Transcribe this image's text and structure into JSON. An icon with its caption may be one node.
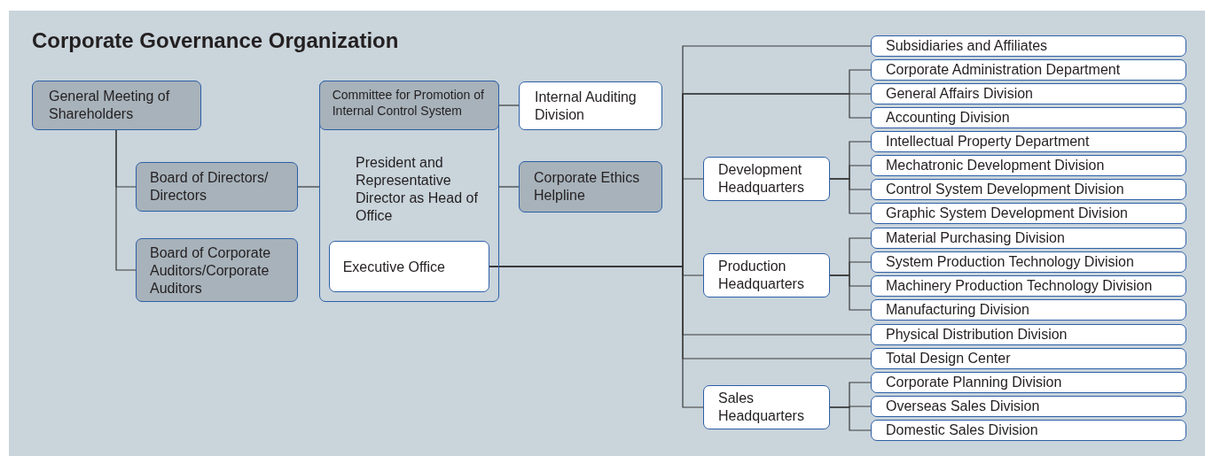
{
  "diagram": {
    "title": "Corporate Governance Organization",
    "nodes": [
      {
        "text": [
          "General Meeting of Shareholders"
        ]
      },
      {
        "text": [
          "Board of Directors/ Directors"
        ]
      },
      {
        "text": [
          "Board of Corporate Auditors/Corporate Auditors"
        ]
      },
      {
        "text": [
          "President and Representative Director as Head of Office"
        ]
      },
      {
        "text": [
          "Committee for Promotion of Internal Control System"
        ],
        "in": 3
      },
      {
        "text": [
          "Executive Office"
        ],
        "in": 3
      },
      {
        "text": [
          "Internal Auditing Division"
        ]
      },
      {
        "text": [
          "Corporate Ethics Helpline"
        ]
      },
      {
        "text": [
          "Subsidiaries and Affiliates"
        ]
      },
      {
        "text": [
          "Corporate Administration Department"
        ]
      },
      {
        "text": [
          "General Affairs Division"
        ]
      },
      {
        "text": [
          "Accounting Division"
        ]
      },
      {
        "text": [
          "Development Headquarters"
        ]
      },
      {
        "text": [
          "Intellectual Property Department"
        ]
      },
      {
        "text": [
          "Mechatronic Development Division"
        ]
      },
      {
        "text": [
          "Control System Development Division"
        ]
      },
      {
        "text": [
          "Graphic System Development Division"
        ]
      },
      {
        "text": [
          "Production Headquarters"
        ]
      },
      {
        "text": [
          "Material Purchasing Division"
        ]
      },
      {
        "text": [
          "System Production Technology Division"
        ]
      },
      {
        "text": [
          "Machinery Production Technology Division"
        ]
      },
      {
        "text": [
          "Manufacturing Division"
        ]
      },
      {
        "text": [
          "Physical Distribution Division"
        ]
      },
      {
        "text": [
          "Total Design Center"
        ]
      },
      {
        "text": [
          "Sales Headquarters"
        ]
      },
      {
        "text": [
          "Corporate Planning Division"
        ]
      },
      {
        "text": [
          "Overseas Sales Division"
        ]
      },
      {
        "text": [
          "Domestic Sales Division"
        ]
      }
    ],
    "edges": [
      {
        "from": 0,
        "to": 1,
        "arrow": "none"
      },
      {
        "from": 0,
        "to": 2,
        "arrow": "none"
      },
      {
        "from": 1,
        "to": 3,
        "arrow": "none"
      },
      {
        "from": 4,
        "to": 6,
        "arrow": "none"
      },
      {
        "from": 3,
        "to": 7,
        "arrow": "none"
      },
      {
        "from": 5,
        "to": 8,
        "arrow": "none"
      },
      {
        "from": 5,
        "to": 9,
        "arrow": "none"
      },
      {
        "from": 5,
        "to": 10,
        "arrow": "none"
      },
      {
        "from": 5,
        "to": 11,
        "arrow": "none"
      },
      {
        "from": 5,
        "to": 12,
        "arrow": "none"
      },
      {
        "from": 12,
        "to": 13,
        "arrow": "none"
      },
      {
        "from": 12,
        "to": 14,
        "arrow": "none"
      },
      {
        "from": 12,
        "to": 15,
        "arrow": "none"
      },
      {
        "from": 12,
        "to": 16,
        "arrow": "none"
      },
      {
        "from": 5,
        "to": 17,
        "arrow": "none"
      },
      {
        "from": 17,
        "to": 18,
        "arrow": "none"
      },
      {
        "from": 17,
        "to": 19,
        "arrow": "none"
      },
      {
        "from": 17,
        "to": 20,
        "arrow": "none"
      },
      {
        "from": 17,
        "to": 21,
        "arrow": "none"
      },
      {
        "from": 5,
        "to": 22,
        "arrow": "none"
      },
      {
        "from": 5,
        "to": 23,
        "arrow": "none"
      },
      {
        "from": 5,
        "to": 24,
        "arrow": "none"
      },
      {
        "from": 24,
        "to": 25,
        "arrow": "none"
      },
      {
        "from": 24,
        "to": 26,
        "arrow": "none"
      },
      {
        "from": 24,
        "to": 27,
        "arrow": "none"
      }
    ]
  }
}
